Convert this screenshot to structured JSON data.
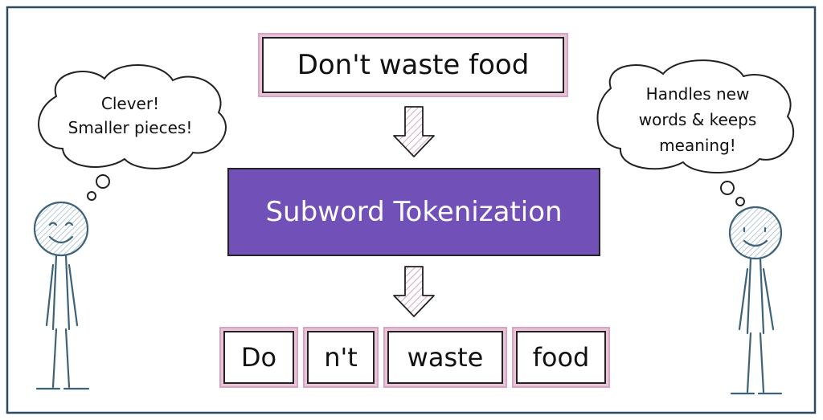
{
  "input_text": "Don't waste food",
  "process_label": "Subword Tokenization",
  "tokens": [
    "Do",
    "n't",
    "waste",
    "food"
  ],
  "left_thought": [
    "Clever!",
    "Smaller pieces!"
  ],
  "right_thought": [
    "Handles new",
    "words & keeps",
    "meaning!"
  ],
  "colors": {
    "frame": "#2d4b5f",
    "purple": "#7150b8",
    "pink": "#d9a3c3",
    "figure": "#3e6277"
  }
}
